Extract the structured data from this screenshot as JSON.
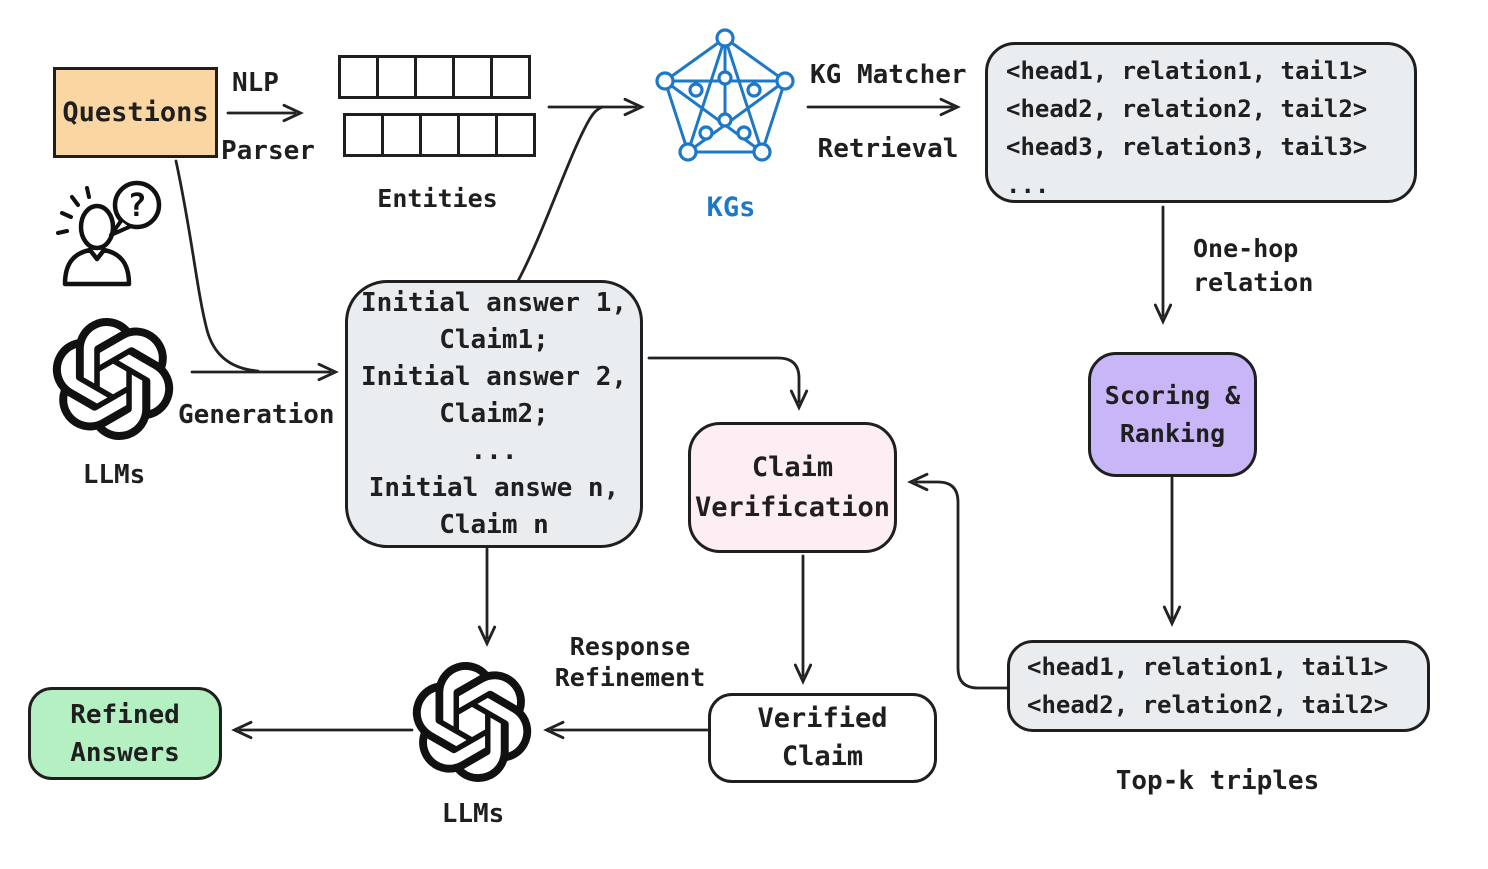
{
  "colors": {
    "ink": "#1f1f1f",
    "questions_fill": "#fad7a2",
    "purple_fill": "#c8b6f8",
    "pink_fill": "#fdeef3",
    "green_fill": "#b5f0c2",
    "gray_fill": "#e9edf0",
    "white_fill": "#ffffff",
    "kg_blue": "#1e78c8"
  },
  "diagram": {
    "questions": {
      "label": "Questions"
    },
    "nlp_parser": {
      "line1": "NLP",
      "line2": "Parser"
    },
    "entities": {
      "caption": "Entities"
    },
    "kgs": {
      "caption": "KGs"
    },
    "kg_matcher": {
      "line1": "KG Matcher",
      "line2": "Retrieval"
    },
    "retrieved_triples": {
      "lines": [
        "<head1, relation1, tail1>",
        "<head2, relation2, tail2>",
        "<head3, relation3, tail3>",
        "..."
      ]
    },
    "one_hop": {
      "line1": "One-hop",
      "line2": "relation"
    },
    "scoring": {
      "line1": "Scoring &",
      "line2": "Ranking"
    },
    "top_k_triples": {
      "lines": [
        "<head1, relation1, tail1>",
        "<head2, relation2, tail2>"
      ],
      "caption": "Top-k triples"
    },
    "llms_generator": {
      "label": "LLMs"
    },
    "generation": {
      "label": "Generation"
    },
    "initial_answers": {
      "lines": [
        "Initial answer 1,",
        "Claim1;",
        "Initial answer 2,",
        "Claim2;",
        "...",
        "Initial answe n,",
        "Claim n"
      ]
    },
    "claim_verification": {
      "line1": "Claim",
      "line2": "Verification"
    },
    "verified_claim": {
      "line1": "Verified",
      "line2": "Claim"
    },
    "response_refinement": {
      "line1": "Response",
      "line2": "Refinement"
    },
    "llms_refiner": {
      "label": "LLMs"
    },
    "refined_answers": {
      "line1": "Refined",
      "line2": "Answers"
    },
    "user": {
      "question_mark": "?"
    }
  }
}
